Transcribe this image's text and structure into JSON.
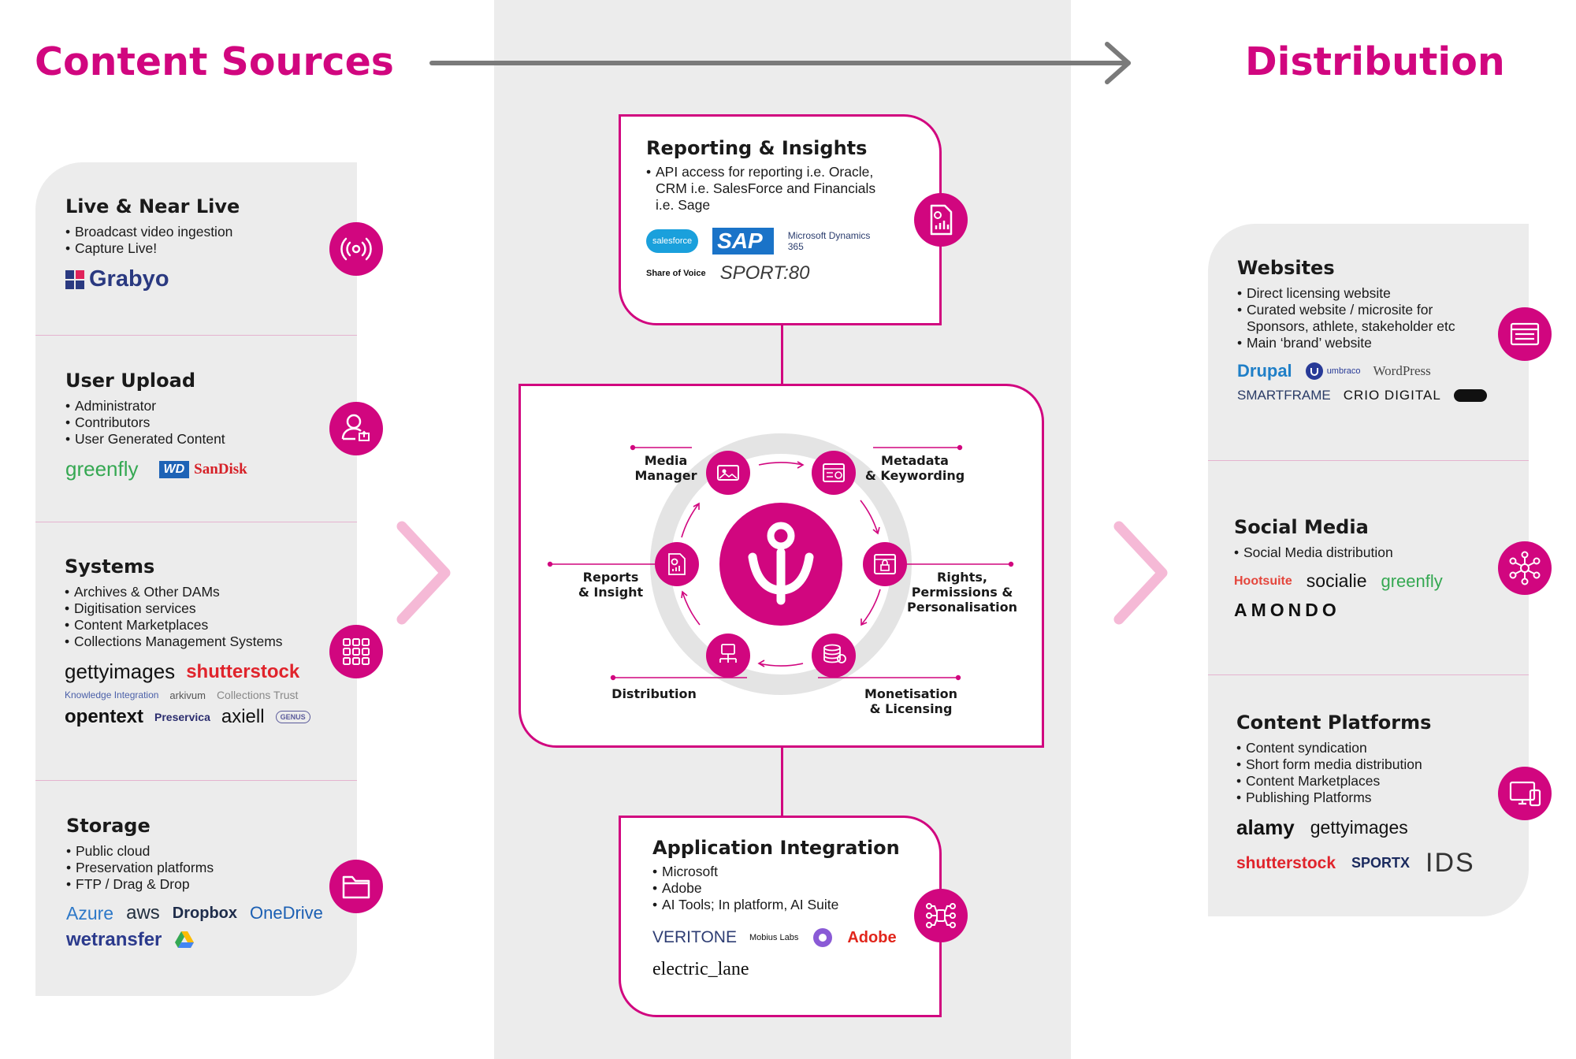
{
  "header": {
    "left_title": "Content Sources",
    "right_title": "Distribution"
  },
  "colors": {
    "accent": "#d1067f",
    "panel": "#ececec",
    "chevron": "#f5b9d6",
    "arrow": "#7a7a7a"
  },
  "sources": [
    {
      "title": "Live & Near Live",
      "bullets": [
        "Broadcast video ingestion",
        "Capture Live!"
      ],
      "icon": "broadcast-icon",
      "logos": [
        "Grabyo"
      ]
    },
    {
      "title": "User Upload",
      "bullets": [
        "Administrator",
        "Contributors",
        "User Generated Content"
      ],
      "icon": "user-upload-icon",
      "logos": [
        "greenfly",
        "WD",
        "SanDisk"
      ]
    },
    {
      "title": "Systems",
      "bullets": [
        "Archives & Other DAMs",
        "Digitisation services",
        "Content Marketplaces",
        "Collections Management Systems"
      ],
      "icon": "grid-icon",
      "logos": [
        "gettyimages",
        "shutterstock",
        "Knowledge Integration",
        "arkivum",
        "Collections Trust",
        "opentext",
        "Preservica",
        "axiell",
        "GENUS"
      ]
    },
    {
      "title": "Storage",
      "bullets": [
        "Public cloud",
        "Preservation platforms",
        "FTP / Drag & Drop"
      ],
      "icon": "folder-icon",
      "logos": [
        "Azure",
        "aws",
        "Dropbox",
        "OneDrive",
        "wetransfer"
      ]
    }
  ],
  "center": {
    "reporting": {
      "title": "Reporting & Insights",
      "bullets": [
        "API access for reporting i.e. Oracle, CRM i.e. SalesForce and Financials i.e. Sage"
      ],
      "logos": [
        "salesforce",
        "SAP",
        "Microsoft Dynamics 365",
        "Share of Voice",
        "SPORT:80"
      ]
    },
    "integration": {
      "title": "Application Integration",
      "bullets": [
        "Microsoft",
        "Adobe",
        "AI Tools; In platform, AI Suite"
      ],
      "logos": [
        "VERITONE",
        "Mobius Labs",
        "Adobe",
        "electric_lane"
      ]
    },
    "cycle": {
      "nodes": [
        {
          "label": "Media\nManager",
          "icon": "media-manager-icon"
        },
        {
          "label": "Metadata\n& Keywording",
          "icon": "metadata-icon"
        },
        {
          "label": "Rights,\nPermissions &\nPersonalisation",
          "icon": "rights-icon"
        },
        {
          "label": "Monetisation\n& Licensing",
          "icon": "monetisation-icon"
        },
        {
          "label": "Distribution",
          "icon": "distribution-icon"
        },
        {
          "label": "Reports\n& Insight",
          "icon": "reports-icon"
        }
      ]
    }
  },
  "distribution": [
    {
      "title": "Websites",
      "bullets": [
        "Direct licensing website",
        "Curated website / microsite for Sponsors, athlete, stakeholder etc",
        "Main ‘brand’ website"
      ],
      "icon": "website-icon",
      "logos": [
        "Drupal",
        "umbraco",
        "WordPress",
        "SMARTFRAME",
        "CRIO DIGITAL"
      ]
    },
    {
      "title": "Social Media",
      "bullets": [
        "Social Media distribution"
      ],
      "icon": "network-icon",
      "logos": [
        "Hootsuite",
        "socialie",
        "greenfly",
        "AMONDO"
      ]
    },
    {
      "title": "Content Platforms",
      "bullets": [
        "Content syndication",
        "Short form media distribution",
        "Content Marketplaces",
        "Publishing Platforms"
      ],
      "icon": "devices-icon",
      "logos": [
        "alamy",
        "gettyimages",
        "shutterstock",
        "SPORTX",
        "IDS"
      ]
    }
  ]
}
